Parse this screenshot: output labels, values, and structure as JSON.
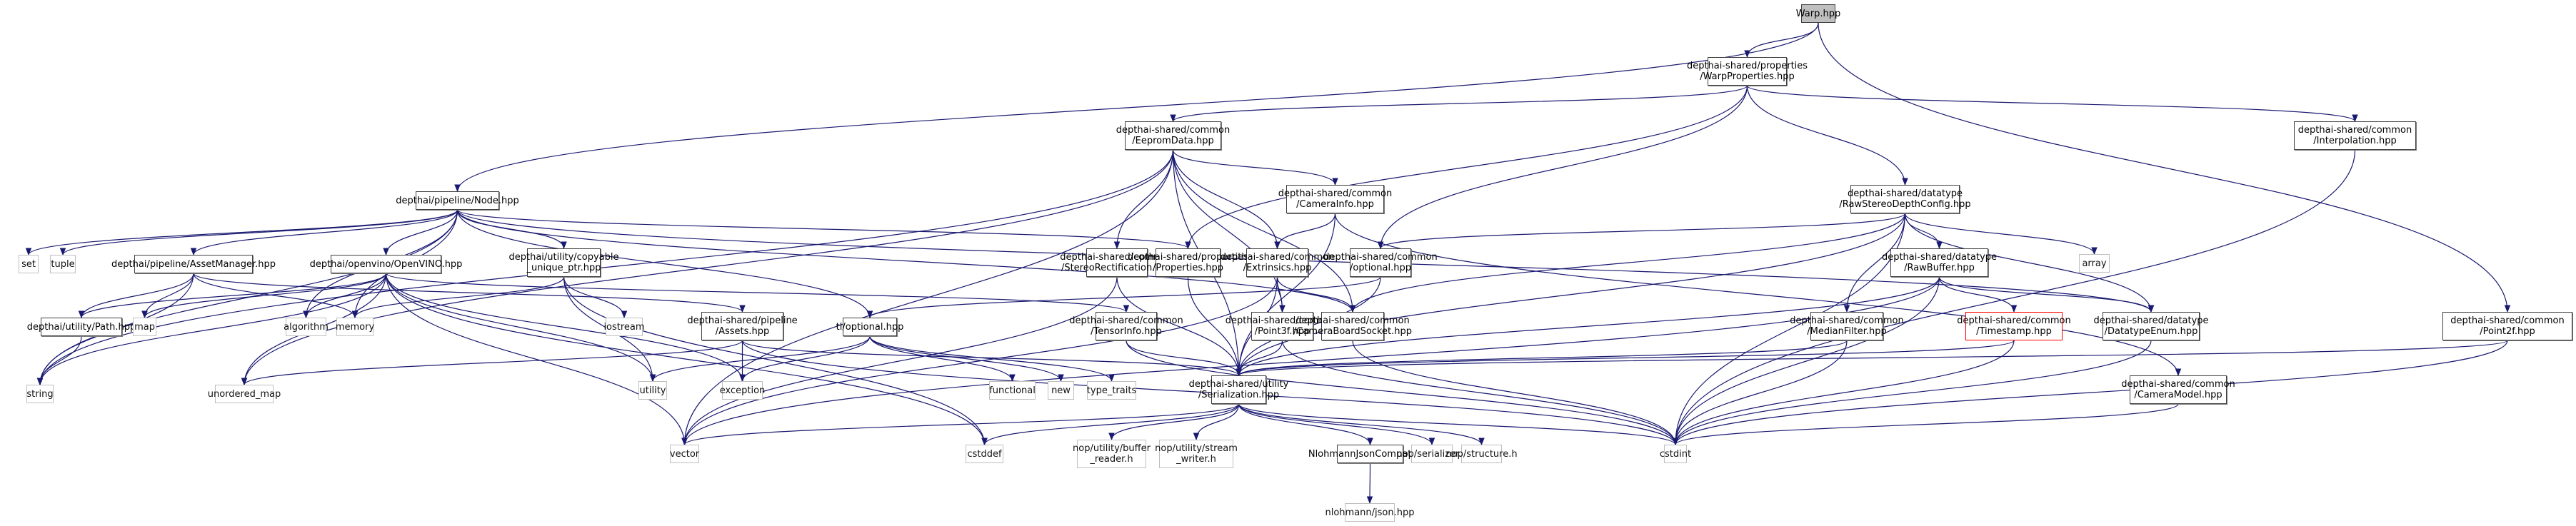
{
  "title": "Warp.hpp include dependency graph",
  "colors": {
    "edge": "#191970",
    "root_fill": "#bfbfbf",
    "internal_border": "#404040",
    "external_border": "#bfbfbf",
    "missing_border": "#ff0000"
  },
  "nodes": [
    {
      "id": "warp",
      "label": "Warp.hpp",
      "kind": "root"
    },
    {
      "id": "warpprops",
      "label": "depthai-shared/properties\n/WarpProperties.hpp",
      "kind": "internal"
    },
    {
      "id": "eeprom",
      "label": "depthai-shared/common\n/EepromData.hpp",
      "kind": "internal"
    },
    {
      "id": "interp",
      "label": "depthai-shared/common\n/Interpolation.hpp",
      "kind": "internal"
    },
    {
      "id": "node",
      "label": "depthai/pipeline/Node.hpp",
      "kind": "internal"
    },
    {
      "id": "caminfo",
      "label": "depthai-shared/common\n/CameraInfo.hpp",
      "kind": "internal"
    },
    {
      "id": "rawstereo",
      "label": "depthai-shared/datatype\n/RawStereoDepthConfig.hpp",
      "kind": "internal"
    },
    {
      "id": "set",
      "label": "set",
      "kind": "external"
    },
    {
      "id": "tuple",
      "label": "tuple",
      "kind": "external"
    },
    {
      "id": "assetmgr",
      "label": "depthai/pipeline/AssetManager.hpp",
      "kind": "internal"
    },
    {
      "id": "openvino",
      "label": "depthai/openvino/OpenVINO.hpp",
      "kind": "internal"
    },
    {
      "id": "copyable",
      "label": "depthai/utility/copyable\n_unique_ptr.hpp",
      "kind": "internal"
    },
    {
      "id": "stereorect",
      "label": "depthai-shared/common\n/StereoRectification.hpp",
      "kind": "internal"
    },
    {
      "id": "properties",
      "label": "depthai-shared/properties\n/Properties.hpp",
      "kind": "internal"
    },
    {
      "id": "extrinsics",
      "label": "depthai-shared/common\n/Extrinsics.hpp",
      "kind": "internal"
    },
    {
      "id": "optional",
      "label": "depthai-shared/common\n/optional.hpp",
      "kind": "internal"
    },
    {
      "id": "array",
      "label": "array",
      "kind": "external"
    },
    {
      "id": "rawbuffer",
      "label": "depthai-shared/datatype\n/RawBuffer.hpp",
      "kind": "internal"
    },
    {
      "id": "path",
      "label": "depthai/utility/Path.hpp",
      "kind": "internal"
    },
    {
      "id": "map",
      "label": "map",
      "kind": "external"
    },
    {
      "id": "algorithm",
      "label": "algorithm",
      "kind": "external"
    },
    {
      "id": "memory",
      "label": "memory",
      "kind": "external"
    },
    {
      "id": "iostream",
      "label": "iostream",
      "kind": "external"
    },
    {
      "id": "assets",
      "label": "depthai-shared/pipeline\n/Assets.hpp",
      "kind": "internal"
    },
    {
      "id": "tloptional",
      "label": "tl/optional.hpp",
      "kind": "internal"
    },
    {
      "id": "tensorinfo",
      "label": "depthai-shared/common\n/TensorInfo.hpp",
      "kind": "internal"
    },
    {
      "id": "point3f",
      "label": "depthai-shared/common\n/Point3f.hpp",
      "kind": "internal"
    },
    {
      "id": "camsocket",
      "label": "depthai-shared/common\n/CameraBoardSocket.hpp",
      "kind": "internal"
    },
    {
      "id": "median",
      "label": "depthai-shared/common\n/MedianFilter.hpp",
      "kind": "internal"
    },
    {
      "id": "timestamp",
      "label": "depthai-shared/common\n/Timestamp.hpp",
      "kind": "missing"
    },
    {
      "id": "dtenum",
      "label": "depthai-shared/datatype\n/DatatypeEnum.hpp",
      "kind": "internal"
    },
    {
      "id": "point2f",
      "label": "depthai-shared/common\n/Point2f.hpp",
      "kind": "internal"
    },
    {
      "id": "cammodel",
      "label": "depthai-shared/common\n/CameraModel.hpp",
      "kind": "internal"
    },
    {
      "id": "string",
      "label": "string",
      "kind": "external"
    },
    {
      "id": "unordered_map",
      "label": "unordered_map",
      "kind": "external"
    },
    {
      "id": "utility",
      "label": "utility",
      "kind": "external"
    },
    {
      "id": "exception",
      "label": "exception",
      "kind": "external"
    },
    {
      "id": "functional",
      "label": "functional",
      "kind": "external"
    },
    {
      "id": "new",
      "label": "new",
      "kind": "external"
    },
    {
      "id": "type_traits",
      "label": "type_traits",
      "kind": "external"
    },
    {
      "id": "serialization",
      "label": "depthai-shared/utility\n/Serialization.hpp",
      "kind": "internal"
    },
    {
      "id": "vector",
      "label": "vector",
      "kind": "external"
    },
    {
      "id": "cstddef",
      "label": "cstddef",
      "kind": "external"
    },
    {
      "id": "bufreader",
      "label": "nop/utility/buffer\n_reader.h",
      "kind": "external"
    },
    {
      "id": "streamwriter",
      "label": "nop/utility/stream\n_writer.h",
      "kind": "external"
    },
    {
      "id": "nlohmanncompat",
      "label": "NlohmannJsonCompat.hpp",
      "kind": "internal"
    },
    {
      "id": "serializer",
      "label": "nop/serializer.h",
      "kind": "external"
    },
    {
      "id": "structure",
      "label": "nop/structure.h",
      "kind": "external"
    },
    {
      "id": "cstdint",
      "label": "cstdint",
      "kind": "external"
    },
    {
      "id": "json",
      "label": "nlohmann/json.hpp",
      "kind": "external"
    }
  ],
  "edges": [
    [
      "warp",
      "warpprops"
    ],
    [
      "warp",
      "node"
    ],
    [
      "warp",
      "point2f"
    ],
    [
      "warpprops",
      "eeprom"
    ],
    [
      "warpprops",
      "interp"
    ],
    [
      "warpprops",
      "properties"
    ],
    [
      "warpprops",
      "optional"
    ],
    [
      "warpprops",
      "rawstereo"
    ],
    [
      "eeprom",
      "caminfo"
    ],
    [
      "eeprom",
      "stereorect"
    ],
    [
      "eeprom",
      "extrinsics"
    ],
    [
      "eeprom",
      "camsocket"
    ],
    [
      "eeprom",
      "point3f"
    ],
    [
      "eeprom",
      "serialization"
    ],
    [
      "eeprom",
      "string"
    ],
    [
      "eeprom",
      "vector"
    ],
    [
      "eeprom",
      "unordered_map"
    ],
    [
      "interp",
      "cstdint"
    ],
    [
      "node",
      "set"
    ],
    [
      "node",
      "tuple"
    ],
    [
      "node",
      "assetmgr"
    ],
    [
      "node",
      "openvino"
    ],
    [
      "node",
      "copyable"
    ],
    [
      "node",
      "properties"
    ],
    [
      "node",
      "tloptional"
    ],
    [
      "node",
      "algorithm"
    ],
    [
      "node",
      "memory"
    ],
    [
      "node",
      "string"
    ],
    [
      "node",
      "dtenum"
    ],
    [
      "node",
      "camsocket"
    ],
    [
      "caminfo",
      "extrinsics"
    ],
    [
      "caminfo",
      "serialization"
    ],
    [
      "caminfo",
      "cammodel"
    ],
    [
      "rawstereo",
      "optional"
    ],
    [
      "rawstereo",
      "rawbuffer"
    ],
    [
      "rawstereo",
      "median"
    ],
    [
      "rawstereo",
      "array"
    ],
    [
      "rawstereo",
      "dtenum"
    ],
    [
      "rawstereo",
      "serialization"
    ],
    [
      "rawstereo",
      "cstdint"
    ],
    [
      "rawstereo",
      "camsocket"
    ],
    [
      "assetmgr",
      "path"
    ],
    [
      "assetmgr",
      "map"
    ],
    [
      "assetmgr",
      "memory"
    ],
    [
      "assetmgr",
      "string"
    ],
    [
      "assetmgr",
      "assets"
    ],
    [
      "openvino",
      "path"
    ],
    [
      "openvino",
      "map"
    ],
    [
      "openvino",
      "algorithm"
    ],
    [
      "openvino",
      "string"
    ],
    [
      "openvino",
      "unordered_map"
    ],
    [
      "openvino",
      "vector"
    ],
    [
      "openvino",
      "utility"
    ],
    [
      "openvino",
      "exception"
    ],
    [
      "openvino",
      "tensorinfo"
    ],
    [
      "openvino",
      "cstddef"
    ],
    [
      "copyable",
      "memory"
    ],
    [
      "copyable",
      "iostream"
    ],
    [
      "copyable",
      "utility"
    ],
    [
      "copyable",
      "cstddef"
    ],
    [
      "stereorect",
      "serialization"
    ],
    [
      "stereorect",
      "vector"
    ],
    [
      "properties",
      "serialization"
    ],
    [
      "extrinsics",
      "point3f"
    ],
    [
      "extrinsics",
      "camsocket"
    ],
    [
      "extrinsics",
      "serialization"
    ],
    [
      "extrinsics",
      "vector"
    ],
    [
      "optional",
      "tloptional"
    ],
    [
      "optional",
      "serialization"
    ],
    [
      "rawbuffer",
      "timestamp"
    ],
    [
      "rawbuffer",
      "dtenum"
    ],
    [
      "rawbuffer",
      "serialization"
    ],
    [
      "rawbuffer",
      "cstdint"
    ],
    [
      "rawbuffer",
      "vector"
    ],
    [
      "path",
      "string"
    ],
    [
      "assets",
      "exception"
    ],
    [
      "assets",
      "unordered_map"
    ],
    [
      "assets",
      "serialization"
    ],
    [
      "assets",
      "cstdint"
    ],
    [
      "tloptional",
      "exception"
    ],
    [
      "tloptional",
      "functional"
    ],
    [
      "tloptional",
      "new"
    ],
    [
      "tloptional",
      "type_traits"
    ],
    [
      "tloptional",
      "utility"
    ],
    [
      "tensorinfo",
      "serialization"
    ],
    [
      "tensorinfo",
      "cstdint"
    ],
    [
      "point3f",
      "serialization"
    ],
    [
      "point3f",
      "cstdint"
    ],
    [
      "camsocket",
      "cstdint"
    ],
    [
      "median",
      "serialization"
    ],
    [
      "median",
      "cstdint"
    ],
    [
      "timestamp",
      "serialization"
    ],
    [
      "timestamp",
      "cstdint"
    ],
    [
      "dtenum",
      "cstdint"
    ],
    [
      "point2f",
      "serialization"
    ],
    [
      "point2f",
      "cstdint"
    ],
    [
      "cammodel",
      "cstdint"
    ],
    [
      "serialization",
      "vector"
    ],
    [
      "serialization",
      "cstddef"
    ],
    [
      "serialization",
      "bufreader"
    ],
    [
      "serialization",
      "streamwriter"
    ],
    [
      "serialization",
      "nlohmanncompat"
    ],
    [
      "serialization",
      "serializer"
    ],
    [
      "serialization",
      "structure"
    ],
    [
      "serialization",
      "cstdint"
    ],
    [
      "nlohmanncompat",
      "json"
    ]
  ]
}
